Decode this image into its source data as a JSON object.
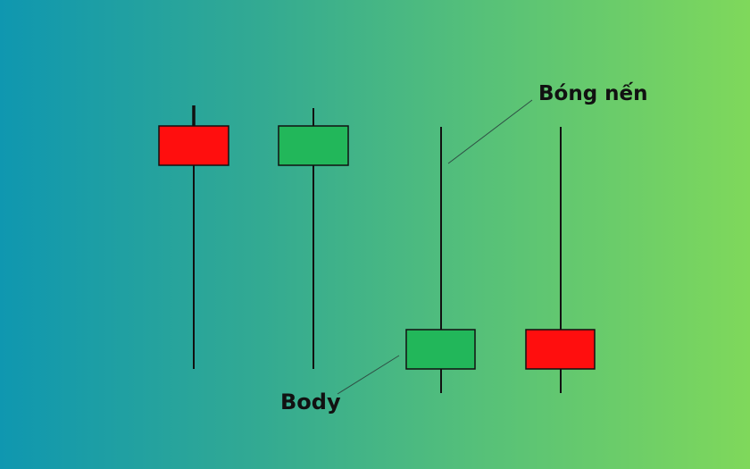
{
  "labels": {
    "wick": "Bóng nến",
    "body": "Body"
  },
  "candles": [
    {
      "color": "red"
    },
    {
      "color": "green"
    },
    {
      "color": "green"
    },
    {
      "color": "red"
    }
  ],
  "colors": {
    "red": "#ff0e0e",
    "green": "#22b75a",
    "outline": "#111111",
    "background_start": "#0f97b0",
    "background_end": "#7fd85b"
  }
}
